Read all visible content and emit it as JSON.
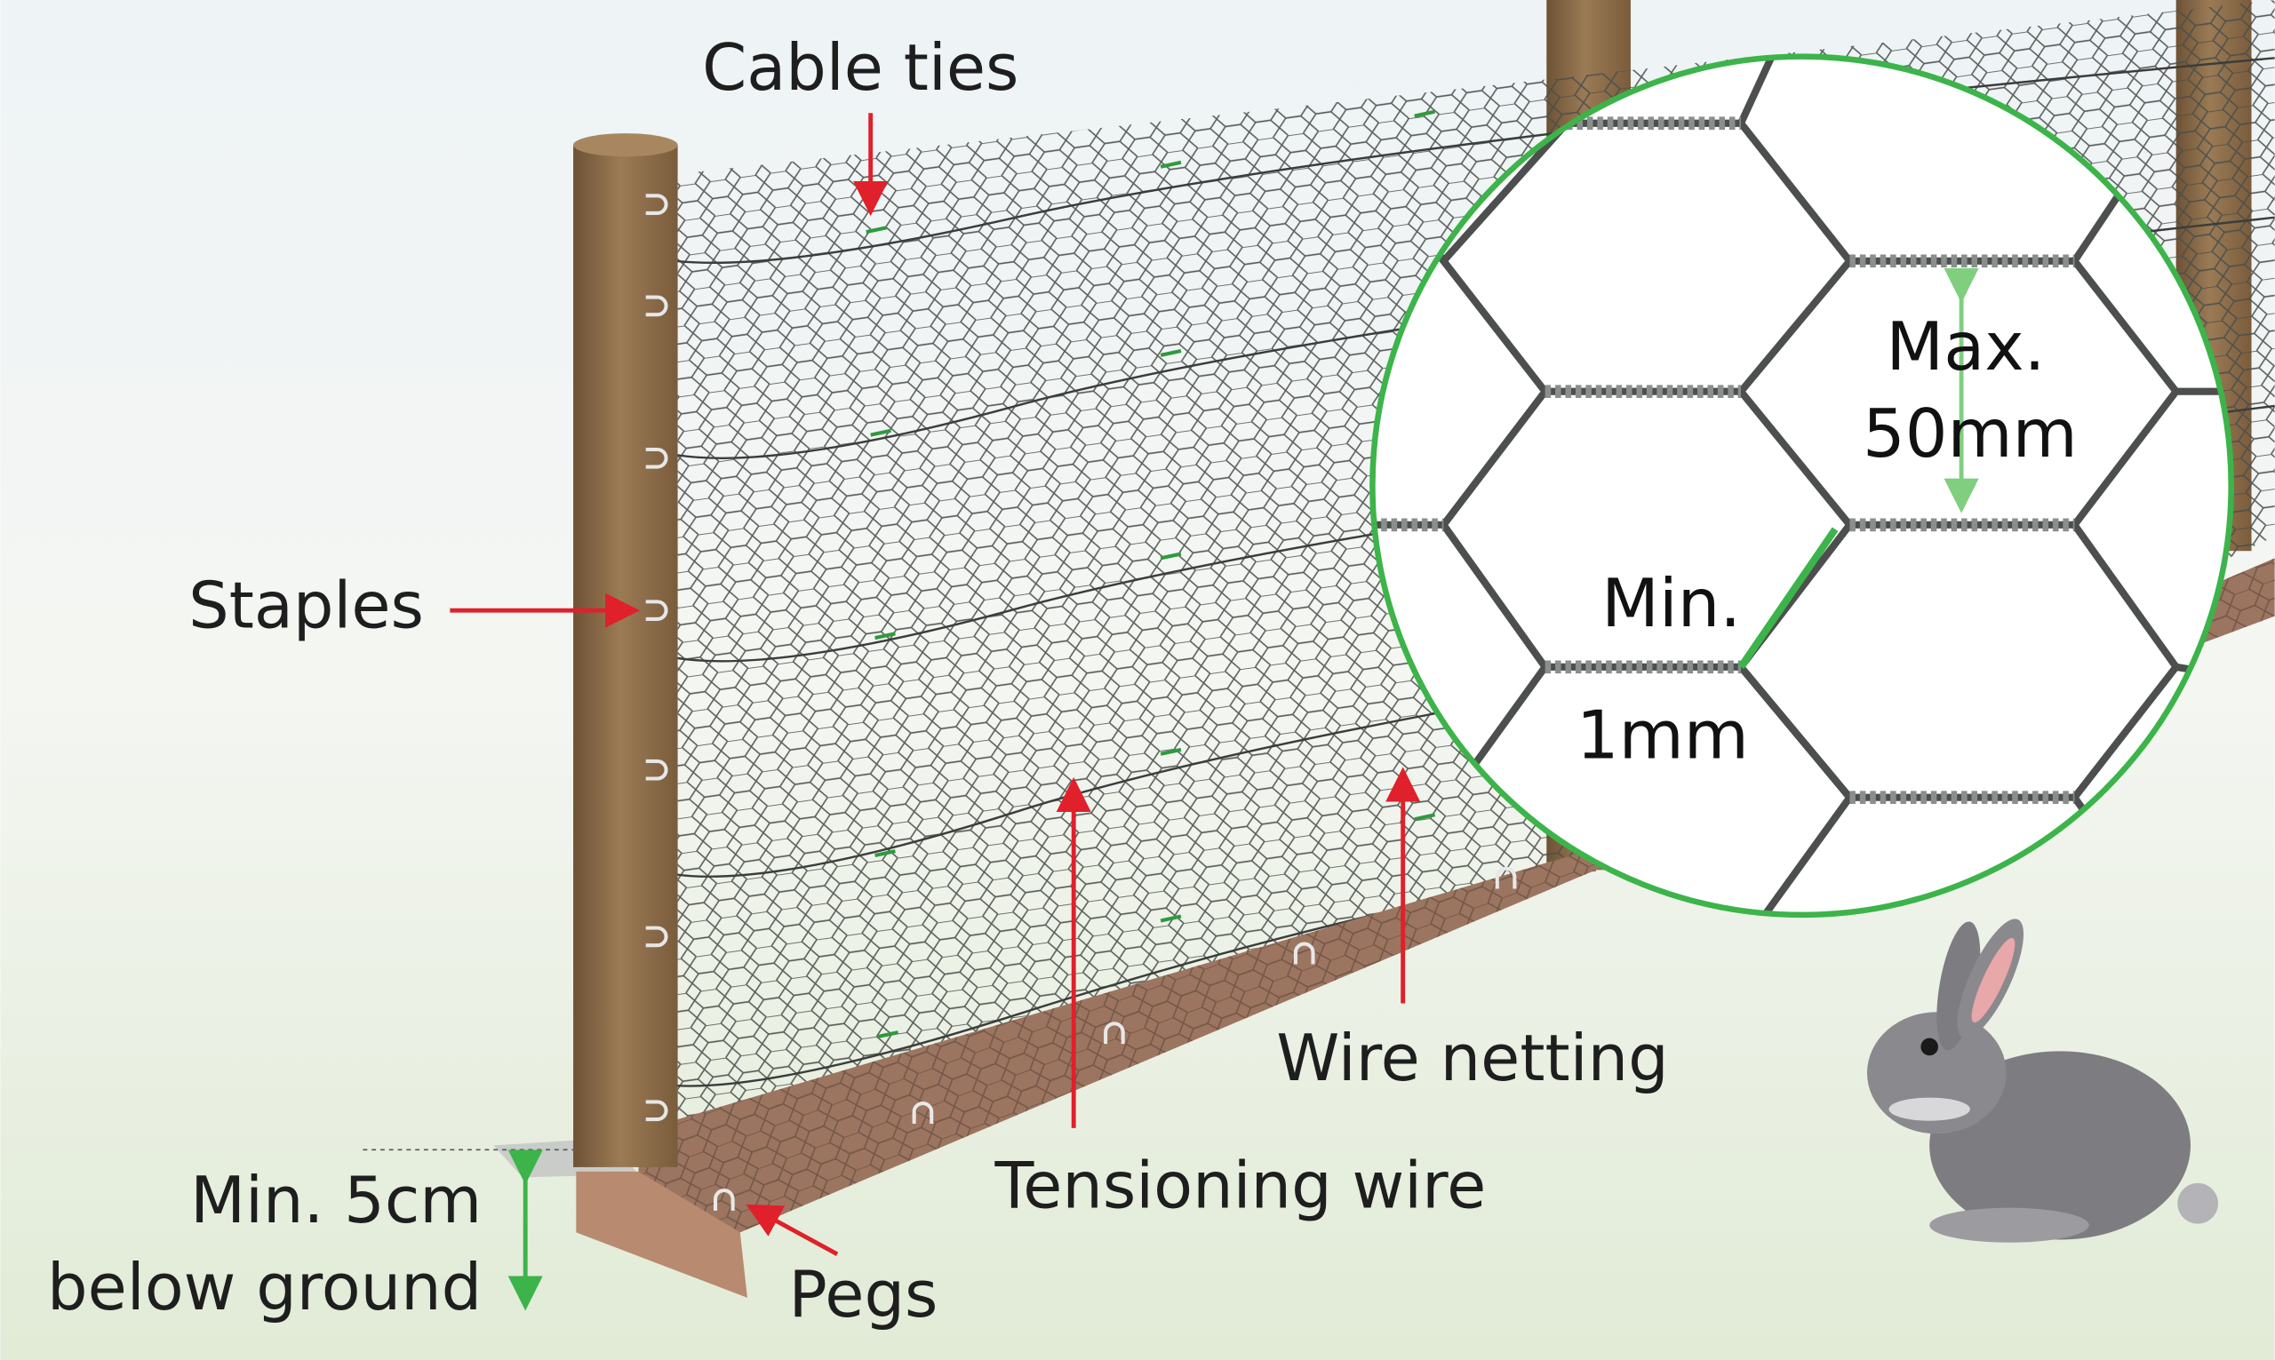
{
  "labels": {
    "cable_ties": "Cable ties",
    "staples": "Staples",
    "tensioning_wire": "Tensioning wire",
    "wire_netting": "Wire netting",
    "pegs": "Pegs",
    "depth_line1": "Min. 5cm",
    "depth_line2": "below ground"
  },
  "detail": {
    "max_line1": "Max.",
    "max_line2": "50mm",
    "min_line1": "Min.",
    "min_line2": "1mm"
  },
  "colors": {
    "arrow_red": "#e0202a",
    "accent_green": "#3cb44a",
    "post_brown": "#8a6a45",
    "ground_brown": "#9c7560"
  }
}
